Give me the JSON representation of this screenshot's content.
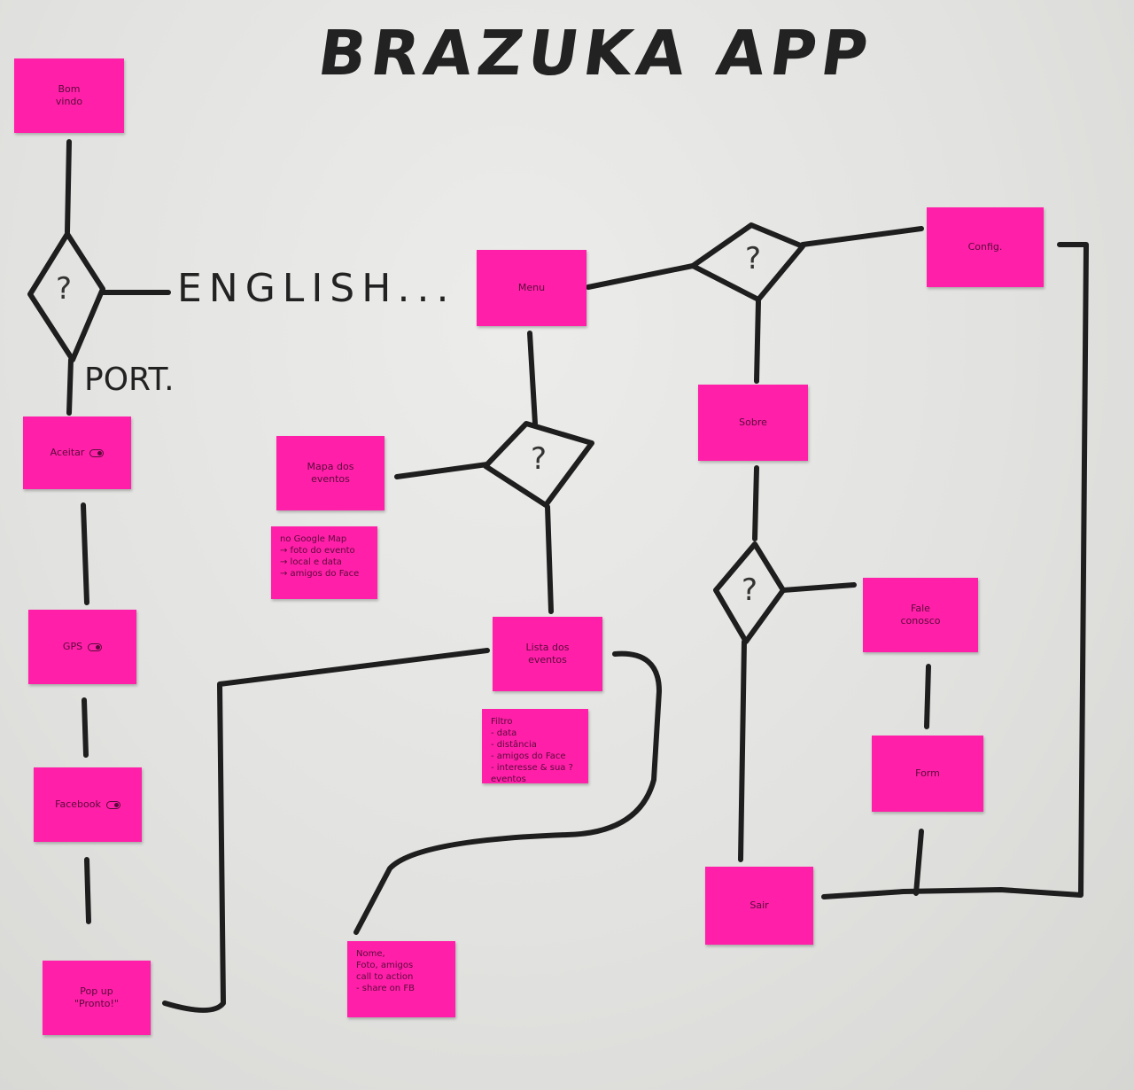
{
  "title": "BRAZUKA APP",
  "labels": {
    "english": "ENGLISH...",
    "port": "PORT."
  },
  "decision_mark": "?",
  "notes": {
    "welcome": "Bom\nvindo",
    "accept": "Aceitar",
    "gps": "GPS",
    "facebook": "Facebook",
    "popup": "Pop up\n\"Pronto!\"",
    "menu": "Menu",
    "event_map": "Mapa dos\neventos",
    "map_details": "no Google Map\n→ foto do evento\n→ local e data\n→ amigos do Face",
    "event_list": "Lista dos\neventos",
    "list_details": "Filtro\n- data\n- distância\n- amigos do Face\n- interesse & sua ?\n  eventos",
    "event_detail": "Nome,\nFoto, amigos\ncall to action\n- share on FB",
    "about": "Sobre",
    "settings": "Config.",
    "contact": "Fale\nconosco",
    "form": "Form",
    "exit": "Sair"
  }
}
